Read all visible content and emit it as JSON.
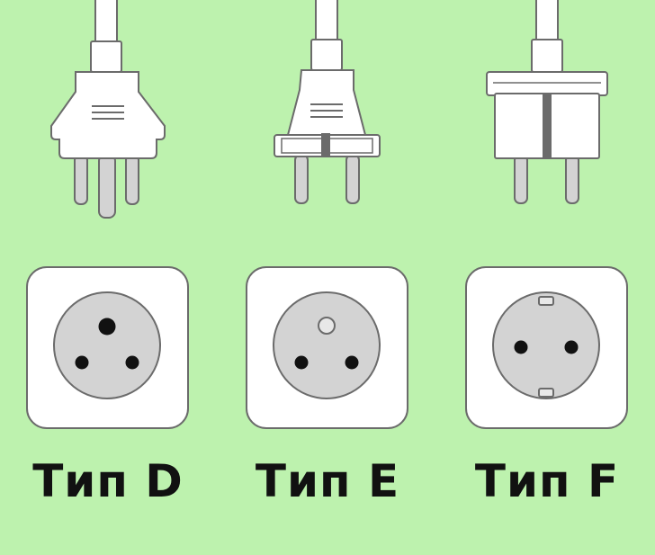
{
  "plugs": [
    {
      "type": "D"
    },
    {
      "type": "E"
    },
    {
      "type": "F"
    }
  ],
  "sockets": [
    {
      "type": "D"
    },
    {
      "type": "E"
    },
    {
      "type": "F"
    }
  ],
  "labels": [
    "Тип D",
    "Тип E",
    "Тип F"
  ],
  "colors": {
    "background": "#bdf2ae",
    "plug_body": "#ffffff",
    "outline": "#6b6b6b",
    "socket_face": "#d3d3d3",
    "pin_hole": "#111111",
    "label_text": "#111111"
  }
}
